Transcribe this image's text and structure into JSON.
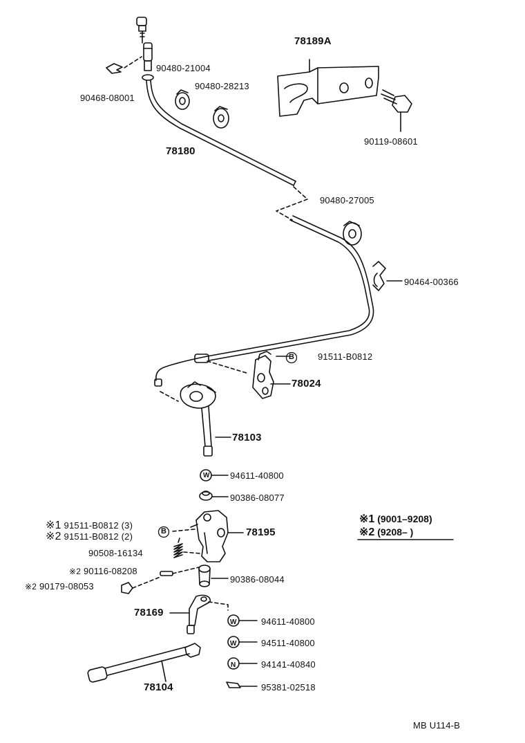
{
  "diagram": {
    "labels": {
      "p90468_08001": "90468-08001",
      "p90480_21004": "90480-21004",
      "p90480_28213": "90480-28213",
      "p78180": "78180",
      "p78189A": "78189A",
      "p90119_08601": "90119-08601",
      "p90480_27005": "90480-27005",
      "p90464_00366": "90464-00366",
      "p91511_B0812": "91511-B0812",
      "p78024": "78024",
      "p78103": "78103",
      "p94611_40800_a": "94611-40800",
      "p90386_08077": "90386-08077",
      "p91511_B0812_3": "91511-B0812 (3)",
      "p91511_B0812_2": "91511-B0812 (2)",
      "p78195": "78195",
      "p90508_16134": "90508-16134",
      "p90116_08208": "90116-08208",
      "p90386_08044": "90386-08044",
      "p90179_08053": "90179-08053",
      "p78169": "78169",
      "p94611_40800_b": "94611-40800",
      "p94511_40800": "94511-40800",
      "p94141_40840": "94141-40840",
      "p95381_02518": "95381-02518",
      "p78104": "78104"
    },
    "markers": {
      "star1": "※1",
      "star2": "※2",
      "circle_b": "B",
      "circle_w": "W",
      "circle_n": "N"
    },
    "notes": {
      "note1_mark": "※1",
      "note1_text": "(9001–9208)",
      "note2_mark": "※2",
      "note2_text": "(9208–       )"
    },
    "footer": "MB U114-B"
  }
}
